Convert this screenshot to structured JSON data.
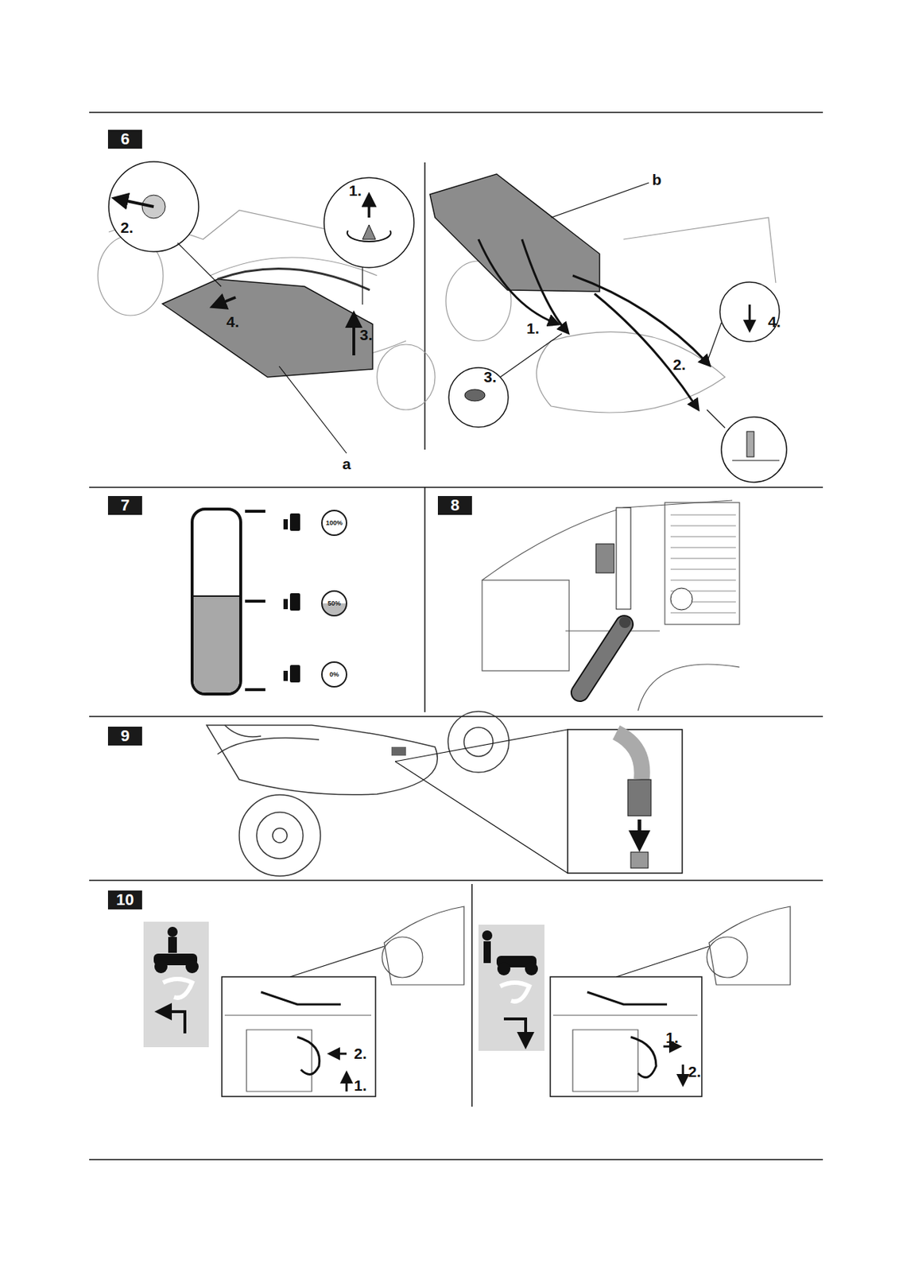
{
  "diagram": {
    "nodes": [
      {
        "text": [
          "6"
        ]
      },
      {
        "text": [
          "7"
        ]
      },
      {
        "text": [
          "100%"
        ]
      },
      {
        "text": [
          "50%"
        ]
      },
      {
        "text": [
          "0%"
        ]
      },
      {
        "text": [
          "8"
        ]
      },
      {
        "text": [
          "9"
        ]
      },
      {
        "text": [
          "10"
        ]
      }
    ],
    "labels": [
      "2.",
      "1.",
      "4.",
      "3.",
      "a",
      "b",
      "1.",
      "4.",
      "3.",
      "2.",
      "2.",
      "1.",
      "1.",
      "2."
    ]
  }
}
